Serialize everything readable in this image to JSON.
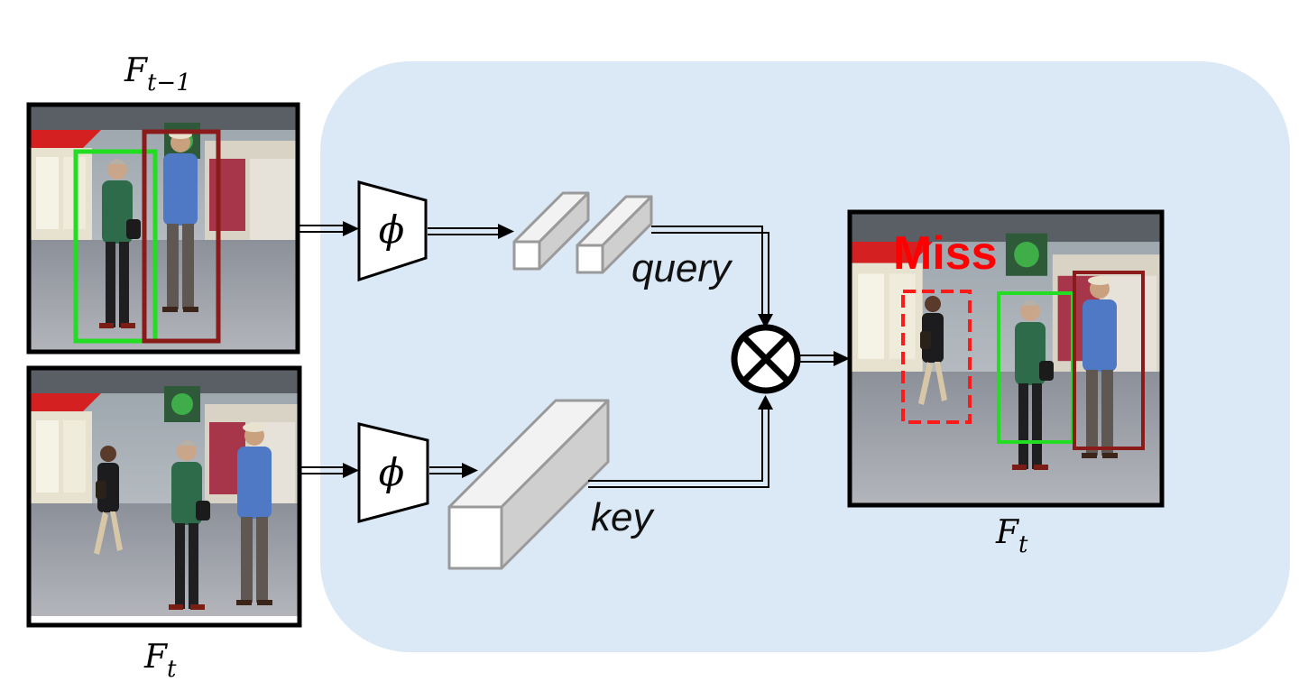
{
  "labels": {
    "prev_frame": "F",
    "prev_frame_sub": "t−1",
    "cur_frame": "F",
    "cur_frame_sub": "t",
    "out_frame": "F",
    "out_frame_sub": "t",
    "encoder_top": "ϕ",
    "encoder_bottom": "ϕ",
    "query": "query",
    "key": "key",
    "miss": "Miss"
  },
  "colors": {
    "panel": "#dbe8f6",
    "box_green": "#22dd22",
    "box_darkred": "#8b1a1a",
    "box_miss": "#ff1a1a"
  },
  "icons": {
    "multiply": "circled-times-icon",
    "encoder": "trapezoid-encoder-icon"
  }
}
